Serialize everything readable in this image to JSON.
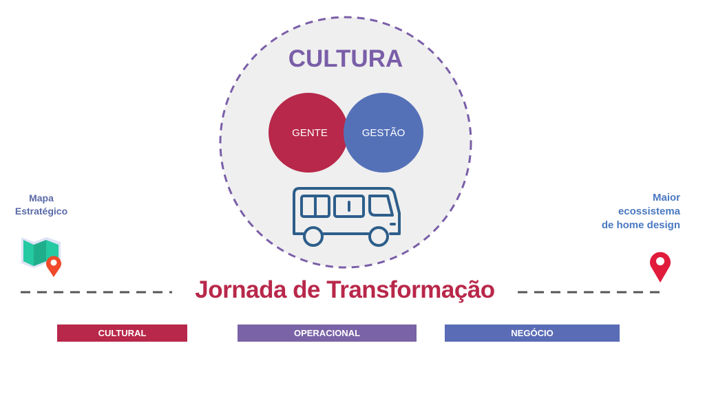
{
  "circle": {
    "title": "CULTURA",
    "left_label": "GENTE",
    "right_label": "GESTÃO",
    "icon": "bus-icon"
  },
  "start": {
    "label_line1": "Mapa",
    "label_line2": "Estratégico",
    "icon": "map-pin-icon"
  },
  "end": {
    "label_line1": "Maior",
    "label_line2": "ecossistema",
    "label_line3": "de home design",
    "icon": "location-pin-icon"
  },
  "journey_title": "Jornada de Transformação",
  "stages": [
    {
      "label": "CULTURAL",
      "color": "#b8284a"
    },
    {
      "label": "OPERACIONAL",
      "color": "#7a63a6"
    },
    {
      "label": "NEGÓCIO",
      "color": "#5a6cb6"
    }
  ],
  "colors": {
    "purple": "#7a5ea8",
    "crimson": "#b8284a",
    "blue": "#5471b8",
    "bus": "#2d5e8a"
  }
}
